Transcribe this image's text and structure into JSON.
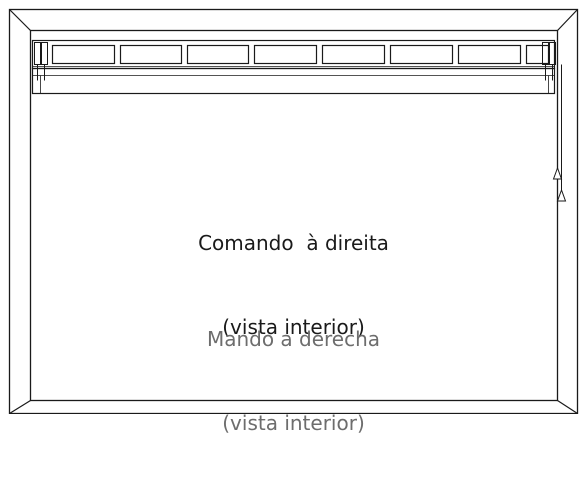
{
  "colors": {
    "line": "#1a1a1a",
    "primary_text": "#1a1a1a",
    "secondary_text": "#6d6d6d",
    "background": "#ffffff"
  },
  "captions": {
    "portuguese": {
      "line1": "Comando  à direita",
      "line2": "(vista interior)"
    },
    "spanish": {
      "line1": "Mando a derecha",
      "line2": "(vista interior)"
    }
  }
}
